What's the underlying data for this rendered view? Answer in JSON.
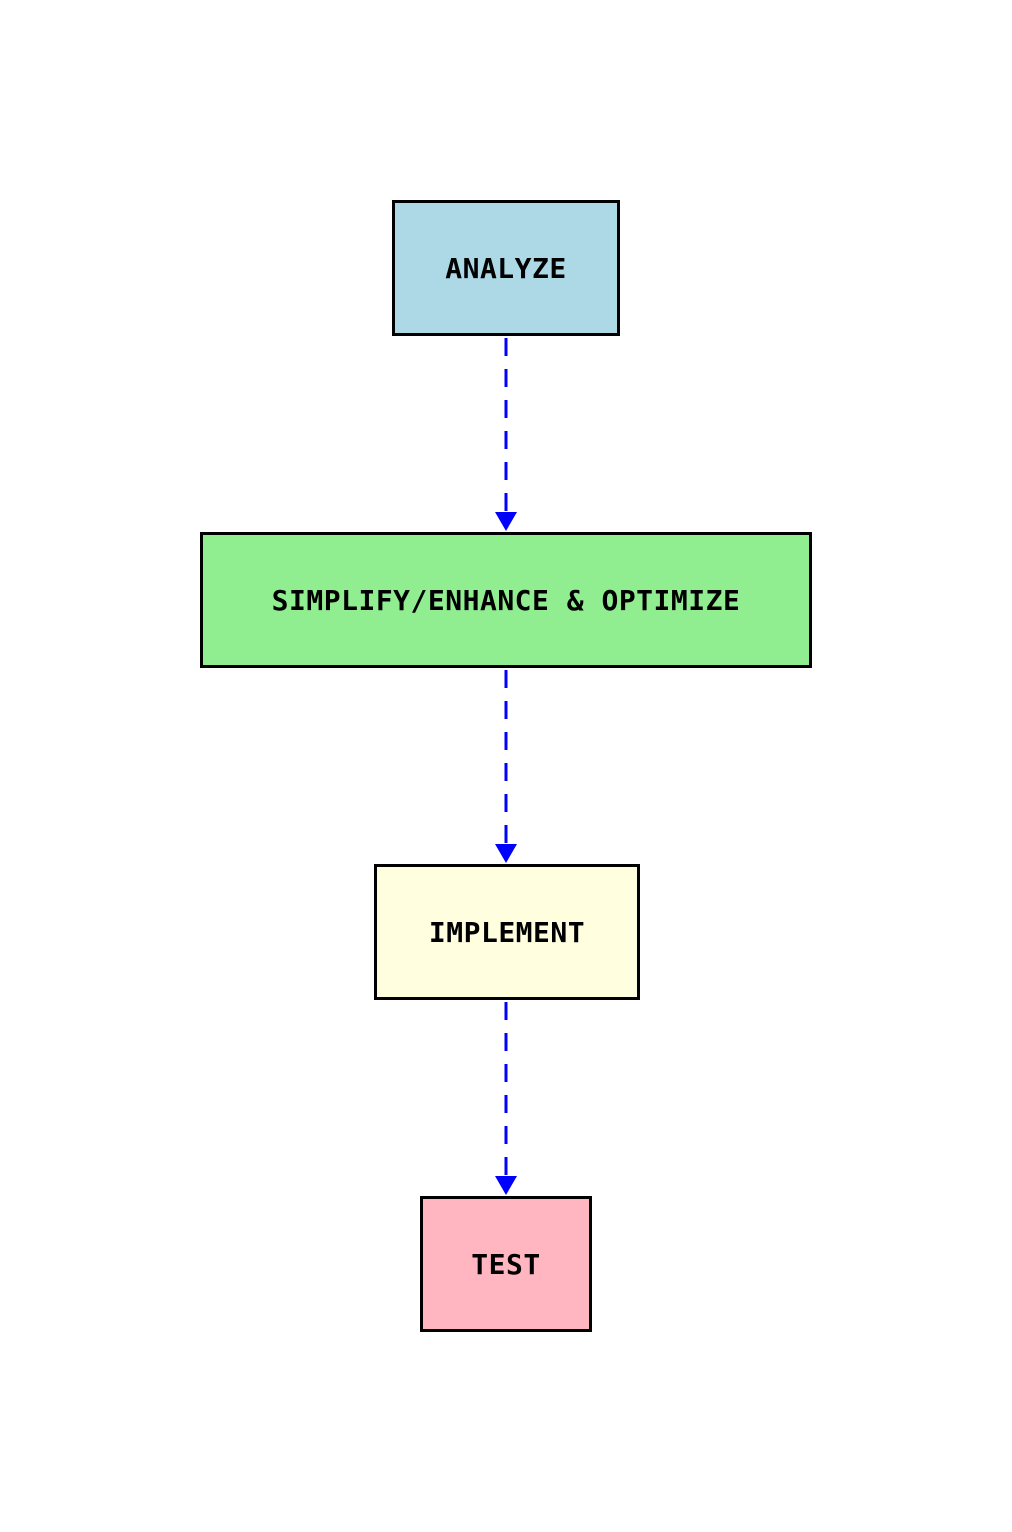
{
  "nodes": [
    {
      "id": "analyze",
      "label": "ANALYZE",
      "color": "#add8e6"
    },
    {
      "id": "simplify",
      "label": "SIMPLIFY/ENHANCE & OPTIMIZE",
      "color": "#90ee90"
    },
    {
      "id": "implement",
      "label": "IMPLEMENT",
      "color": "#ffffe0"
    },
    {
      "id": "test",
      "label": "TEST",
      "color": "#ffb6c1"
    }
  ],
  "edges": [
    {
      "from": "analyze",
      "to": "simplify",
      "style": "dashed",
      "color": "#0000ff"
    },
    {
      "from": "simplify",
      "to": "implement",
      "style": "dashed",
      "color": "#0000ff"
    },
    {
      "from": "implement",
      "to": "test",
      "style": "dashed",
      "color": "#0000ff"
    }
  ]
}
